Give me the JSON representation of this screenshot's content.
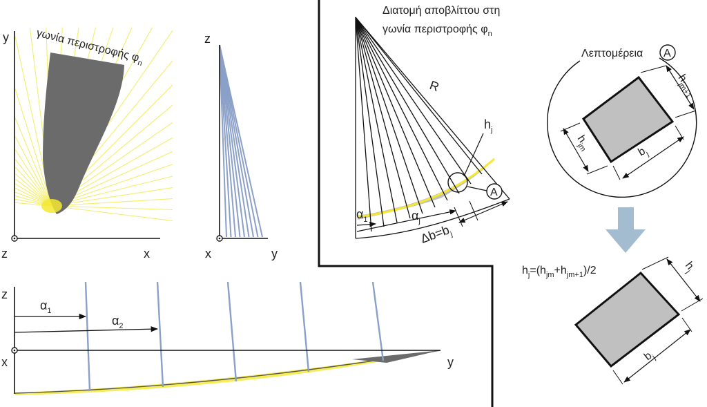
{
  "colors": {
    "yellow_line": "#f2ee6a",
    "yellow_core": "#f4e830",
    "gray_fill": "#6b6b6b",
    "light_gray": "#c0c0c0",
    "blue_line": "#8ba0c8",
    "arrow_blue": "#a3bccf",
    "black": "#111111"
  },
  "panel_tl": {
    "y_axis": "y",
    "x_axis": "x",
    "z_axis": "z",
    "caption": "γωνία περιστροφής φ",
    "caption_sub": "n"
  },
  "panel_tm": {
    "z_axis": "z",
    "x_axis": "x",
    "y_axis": "y"
  },
  "panel_bottom": {
    "z_axis": "z",
    "x_axis": "x",
    "y_axis": "y",
    "alpha1": "α",
    "alpha1_sub": "1",
    "alpha2": "α",
    "alpha2_sub": "2"
  },
  "panel_section": {
    "title_line1": "Διατομή αποβλίττου στη",
    "title_line2": "γωνία περιστροφής φ",
    "title_sub": "n",
    "radius": "R",
    "h": "h",
    "h_sub": "j",
    "alpha1": "α",
    "alpha1_sub": "1",
    "alpha_j": "α",
    "alpha_j_sub": "j",
    "delta_b": "Δb=b",
    "delta_b_sub": "j",
    "detail_marker": "A"
  },
  "detail": {
    "title": "Λεπτομέρεια",
    "marker": "A",
    "h_top": "h",
    "h_top_sub": "jm+1",
    "h_left": "h",
    "h_left_sub": "jm",
    "b": "b",
    "b_sub": "j"
  },
  "result": {
    "formula": "h",
    "formula_sub": "j",
    "formula_rest": "=(h",
    "formula_sub2": "jm",
    "formula_plus": "+h",
    "formula_sub3": "jm+1",
    "formula_end": ")/2",
    "h": "h",
    "h_sub": "j",
    "b": "b",
    "b_sub": "j"
  }
}
